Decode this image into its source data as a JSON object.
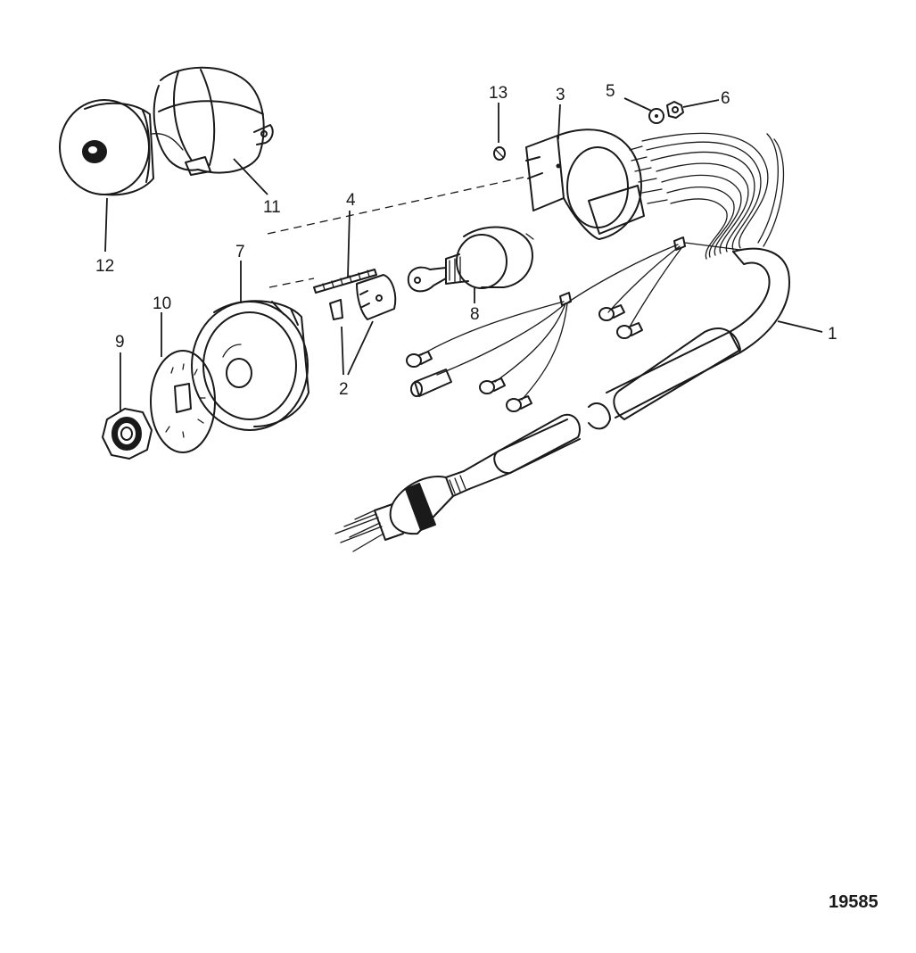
{
  "figure_number": "19585",
  "callouts": [
    {
      "id": "c1",
      "label": "1"
    },
    {
      "id": "c2",
      "label": "2"
    },
    {
      "id": "c3",
      "label": "3"
    },
    {
      "id": "c4",
      "label": "4"
    },
    {
      "id": "c5",
      "label": "5"
    },
    {
      "id": "c6",
      "label": "6"
    },
    {
      "id": "c7",
      "label": "7"
    },
    {
      "id": "c8",
      "label": "8"
    },
    {
      "id": "c9",
      "label": "9"
    },
    {
      "id": "c10",
      "label": "10"
    },
    {
      "id": "c11",
      "label": "11"
    },
    {
      "id": "c12",
      "label": "12"
    },
    {
      "id": "c13",
      "label": "13"
    }
  ]
}
